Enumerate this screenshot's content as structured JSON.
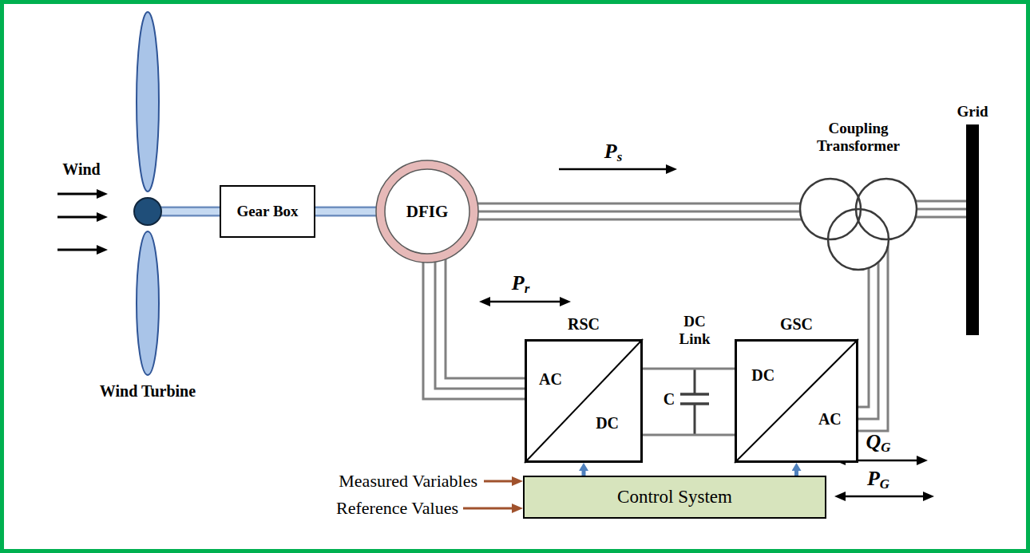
{
  "diagram": {
    "nodes": [
      {
        "text": [
          "Wind Turbine"
        ]
      },
      {
        "text": [
          "Gear Box"
        ]
      },
      {
        "text": [
          "DFIG"
        ]
      },
      {
        "text": [
          "Coupling Transformer"
        ]
      },
      {
        "text": [
          "Grid"
        ]
      },
      {
        "text": [
          "RSC",
          "AC",
          "DC"
        ]
      },
      {
        "text": [
          "GSC",
          "DC",
          "AC"
        ]
      },
      {
        "text": [
          "Control System"
        ]
      }
    ],
    "edges": [
      {
        "from": 0,
        "to": 1,
        "arrow": "none"
      },
      {
        "from": 1,
        "to": 2,
        "arrow": "none"
      },
      {
        "from": 2,
        "to": 3,
        "arrow": "none"
      },
      {
        "from": 3,
        "to": 4,
        "arrow": "none"
      },
      {
        "from": 2,
        "to": 5,
        "arrow": "none"
      },
      {
        "from": 5,
        "to": 6,
        "arrow": "none"
      },
      {
        "from": 6,
        "to": 3,
        "arrow": "none"
      },
      {
        "from": 7,
        "to": 5,
        "arrow": "to"
      },
      {
        "from": 7,
        "to": 6,
        "arrow": "to"
      }
    ],
    "labels": [
      "Wind",
      "Ps",
      "Pr",
      "DC Link",
      "C",
      "QG",
      "PG",
      "Measured Variables",
      "Reference Values"
    ]
  }
}
